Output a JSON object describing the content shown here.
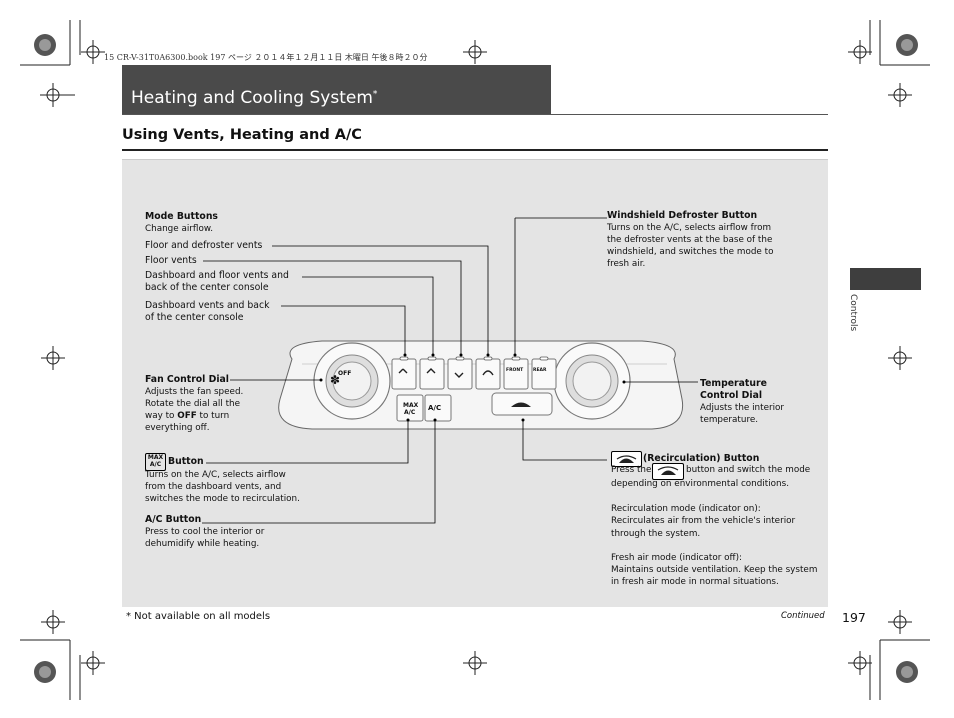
{
  "header": {
    "file_info": "15 CR-V-31T0A6300.book  197 ページ  ２０１４年１２月１１日  木曜日  午後８時２０分"
  },
  "page": {
    "title": "Heating and Cooling System",
    "title_marker": "*",
    "section_title": "Using Vents, Heating and A/C",
    "side_tab": "Controls",
    "page_number": "197",
    "continued": "Continued",
    "footnote": "* Not available on all models"
  },
  "callouts": {
    "mode_buttons": {
      "title": "Mode Buttons",
      "desc": "Change airflow."
    },
    "floor_defroster": "Floor and defroster vents",
    "floor_vents": "Floor vents",
    "dash_floor_line1": "Dashboard and floor vents and",
    "dash_floor_line2": "back of the center console",
    "dash_back_line1": "Dashboard vents and back",
    "dash_back_line2": "of the center console",
    "fan": {
      "title": "Fan Control Dial",
      "d1": "Adjusts the fan speed.",
      "d2": "Rotate the dial all the",
      "d3_pre": "way to ",
      "d3_bold": "OFF",
      "d3_post": " to turn",
      "d4": "everything off."
    },
    "max_ac": {
      "icon_top": "MAX",
      "icon_bottom": "A/C",
      "title": "Button",
      "d1": "Turns on the A/C, selects airflow",
      "d2": "from the dashboard vents, and",
      "d3": "switches the mode to recirculation."
    },
    "ac": {
      "title": "A/C Button",
      "d1": "Press to cool the interior or",
      "d2": "dehumidify while heating."
    },
    "windshield": {
      "title": "Windshield Defroster Button",
      "d1": "Turns on the A/C, selects airflow from",
      "d2": "the defroster vents at the base of the",
      "d3": "windshield, and switches the mode to",
      "d4": "fresh air."
    },
    "temperature": {
      "title1": "Temperature",
      "title2": "Control Dial",
      "d1": "Adjusts the interior",
      "d2": "temperature."
    },
    "recirc": {
      "title": "(Recirculation) Button",
      "press_pre": "Press the",
      "press_post": "button and switch the mode",
      "press2": "depending on environmental conditions.",
      "on_title": "Recirculation mode (indicator on):",
      "on_d1": "Recirculates air from the vehicle's interior",
      "on_d2": "through the system.",
      "off_title": "Fresh air mode (indicator off):",
      "off_d1": "Maintains outside ventilation. Keep the system",
      "off_d2": "in fresh air mode in normal situations."
    }
  },
  "panel_labels": {
    "off": "OFF",
    "max": "MAX",
    "ac_sub": "A/C",
    "ac": "A/C",
    "front": "FRONT",
    "rear": "REAR"
  },
  "icons": [
    "registration-mark-icon",
    "fan-icon",
    "recirculation-icon",
    "defroster-icon",
    "rear-defroster-icon"
  ]
}
